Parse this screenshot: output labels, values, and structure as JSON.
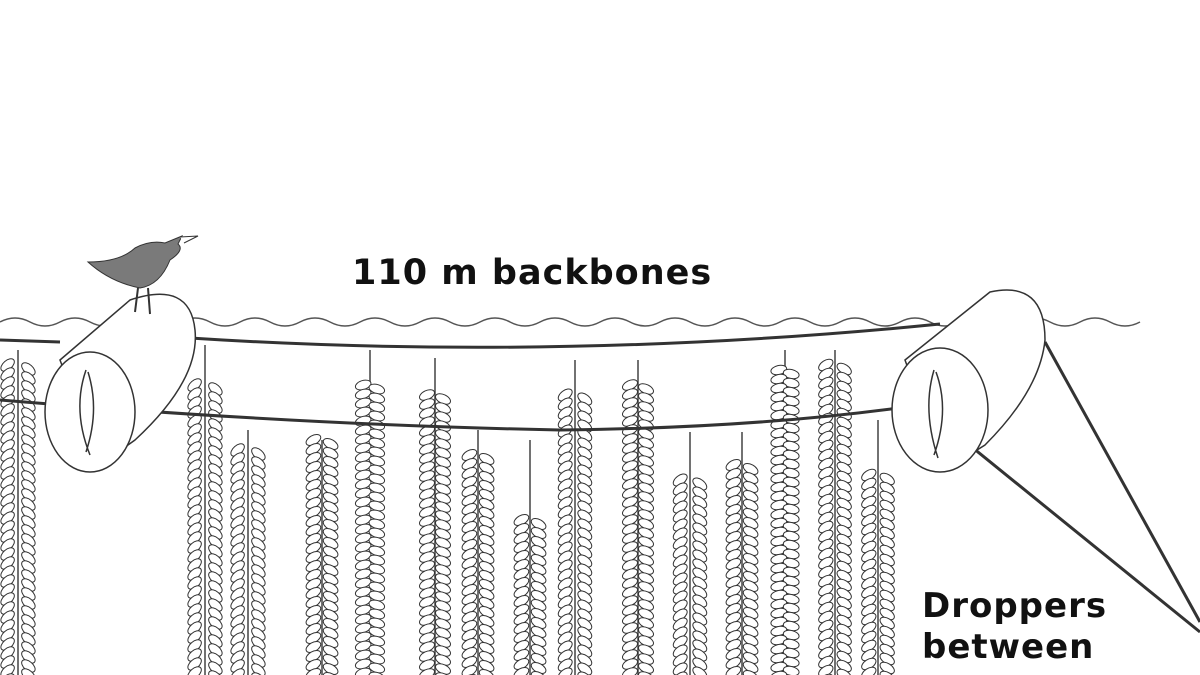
{
  "labels": {
    "backbone": "110 m backbones",
    "droppers_line1": "Droppers",
    "droppers_line2": "between"
  },
  "colors": {
    "line": "#333333",
    "leaf_fill": "#ffffff",
    "bird": "#7a7a7a"
  }
}
